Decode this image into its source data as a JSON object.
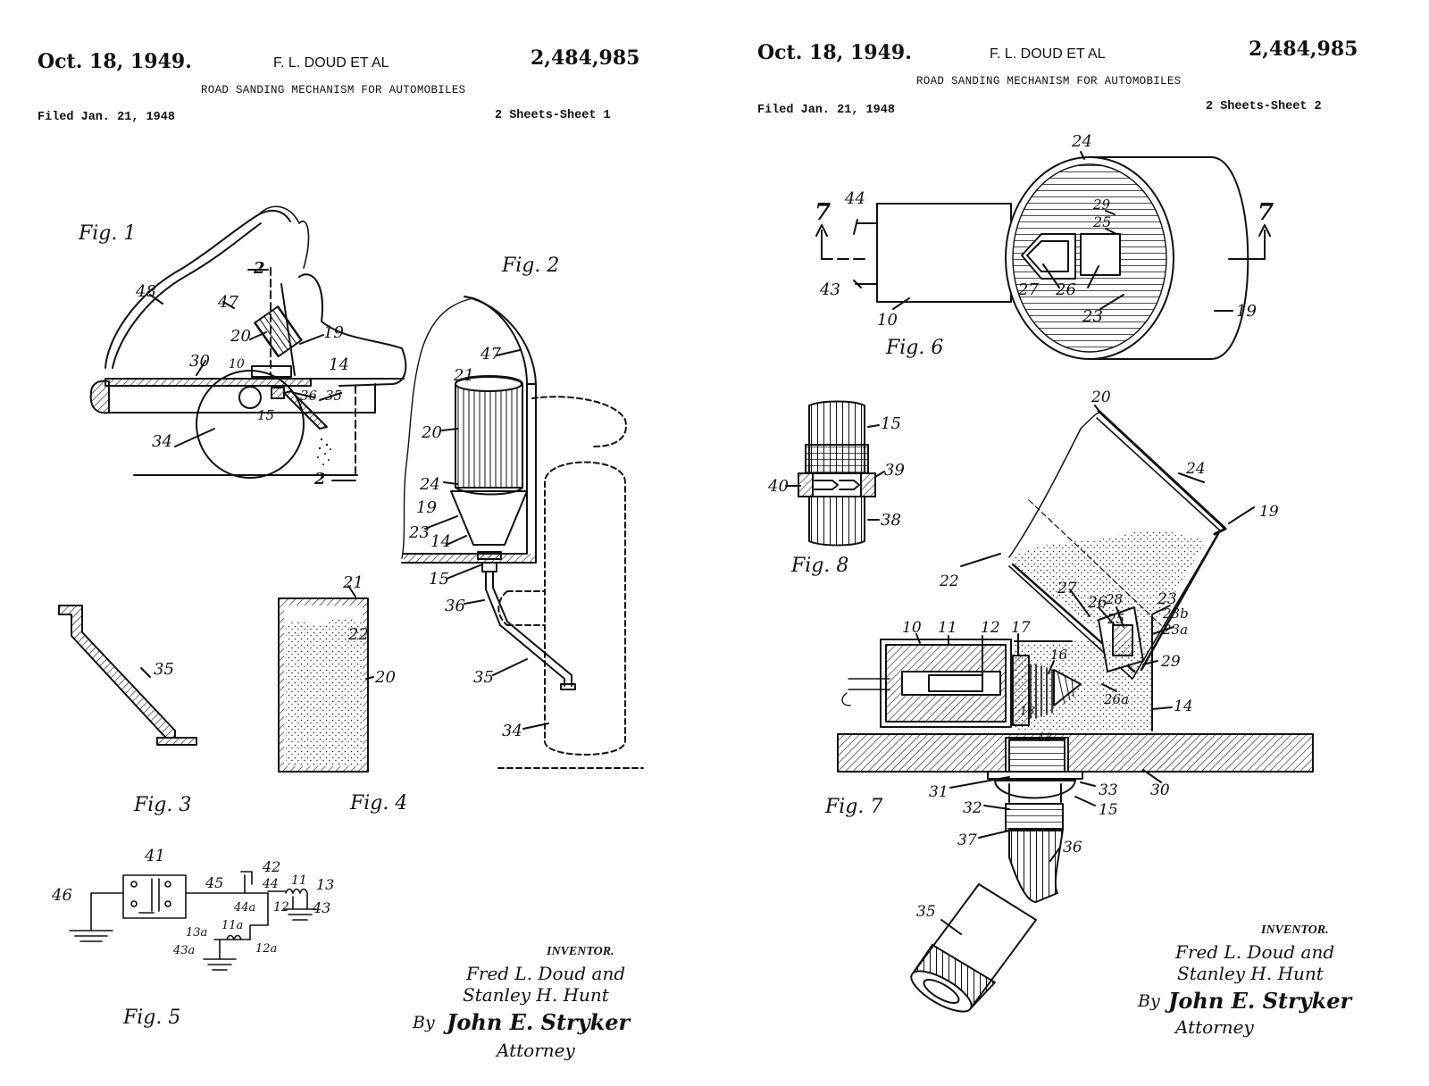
{
  "sheets": [
    {
      "date": "Oct. 18, 1949.",
      "inventors_header": "F. L. DOUD ET AL",
      "patent_number": "2,484,985",
      "title": "ROAD SANDING MECHANISM FOR AUTOMOBILES",
      "filed": "Filed Jan. 21, 1948",
      "sheet_label": "2 Sheets-Sheet 1",
      "figures": [
        "Fig. 1",
        "Fig. 2",
        "Fig. 3",
        "Fig. 4",
        "Fig. 5"
      ],
      "signature": {
        "heading": "INVENTOR.",
        "name_1": "Fred L. Doud and",
        "name_2": "Stanley H. Hunt",
        "by": "By",
        "attorney_name": "John E. Stryker",
        "attorney": "Attorney"
      }
    },
    {
      "date": "Oct. 18, 1949.",
      "inventors_header": "F. L. DOUD ET AL",
      "patent_number": "2,484,985",
      "title": "ROAD SANDING MECHANISM FOR AUTOMOBILES",
      "filed": "Filed Jan. 21, 1948",
      "sheet_label": "2 Sheets-Sheet 2",
      "figures": [
        "Fig. 6",
        "Fig. 7",
        "Fig. 8"
      ],
      "signature": {
        "heading": "INVENTOR.",
        "name_1": "Fred L. Doud and",
        "name_2": "Stanley H. Hunt",
        "by": "By",
        "attorney_name": "John E. Stryker",
        "attorney": "Attorney"
      }
    }
  ],
  "reference_numerals": {
    "fig1": [
      "2",
      "48",
      "47",
      "20",
      "19",
      "30",
      "10",
      "14",
      "36",
      "35",
      "15",
      "34",
      "2"
    ],
    "fig2": [
      "47",
      "21",
      "20",
      "24",
      "19",
      "23",
      "14",
      "15",
      "36",
      "35",
      "34"
    ],
    "fig3": [
      "35"
    ],
    "fig4": [
      "21",
      "22",
      "20"
    ],
    "fig5": [
      "41",
      "46",
      "45",
      "42",
      "44",
      "11",
      "13",
      "44a",
      "12",
      "43",
      "13a",
      "11a",
      "43a",
      "12a"
    ],
    "fig6": [
      "24",
      "44",
      "7",
      "29",
      "25",
      "7",
      "43",
      "27",
      "26",
      "23",
      "10",
      "19"
    ],
    "fig7": [
      "20",
      "24",
      "19",
      "22",
      "27",
      "26",
      "28",
      "23",
      "23b",
      "25",
      "23a",
      "10",
      "11",
      "12",
      "17",
      "16",
      "29",
      "26a",
      "14",
      "18",
      "13",
      "31",
      "33",
      "30",
      "15",
      "32",
      "37",
      "36",
      "35"
    ],
    "fig8": [
      "15",
      "40",
      "39",
      "38"
    ]
  }
}
